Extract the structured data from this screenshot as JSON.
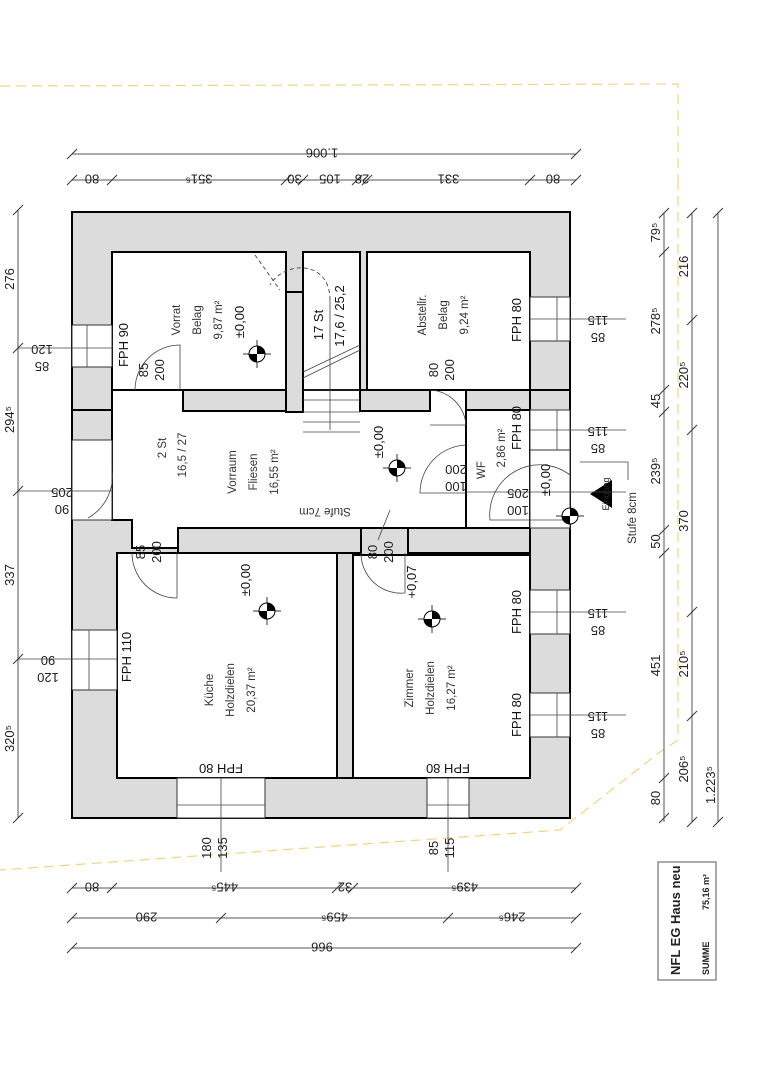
{
  "title_block": {
    "title": "NFL EG Haus neu",
    "sum_label": "SUMME",
    "sum_value": "75,16 m²"
  },
  "rooms": [
    {
      "name": "Vorrat",
      "floor": "Belag",
      "area": "9,87 m²",
      "level": "±0,00"
    },
    {
      "name": "Abstellr.",
      "floor": "Belag",
      "area": "9,24 m²",
      "level": ""
    },
    {
      "name": "Vorraum",
      "floor": "Fliesen",
      "area": "16,55 m²",
      "level": "±0,00"
    },
    {
      "name": "WF",
      "floor": "",
      "area": "2,86 m²",
      "level": "±0,00"
    },
    {
      "name": "Küche",
      "floor": "Holzdielen",
      "area": "20,37 m²",
      "level": "±0,00"
    },
    {
      "name": "Zimmer",
      "floor": "Holzdielen",
      "area": "16,27 m²",
      "level": "+0,07"
    }
  ],
  "stairs": {
    "main": {
      "steps": "17 St",
      "ratio": "17,6 / 25,2"
    },
    "entry": {
      "steps": "2 St",
      "ratio": "16,5 / 27"
    }
  },
  "annotations": {
    "step_hall": "Stufe 7cm",
    "step_entry": "Stufe 8cm",
    "entrance": "Eingang"
  },
  "windows": {
    "vorrat_w": "FPH 90",
    "abstell_e": "FPH 80",
    "wf_e": "FPH 80",
    "kueche_w": "FPH 110",
    "kueche_s": "FPH 80",
    "zimmer_s": "FPH 80",
    "zimmer_e1": "FPH 80",
    "zimmer_e2": "FPH 80"
  },
  "opening_dims": {
    "w_vorrat": [
      "120",
      "85"
    ],
    "w_entry": [
      "205",
      "90"
    ],
    "w_kueche": [
      "90",
      "120"
    ],
    "e_abstell": [
      "115",
      "85"
    ],
    "e_wf": [
      "115",
      "85"
    ],
    "e_entry": [
      "205",
      "100"
    ],
    "e_zimmer1": [
      "115",
      "85"
    ],
    "e_zimmer2": [
      "115",
      "85"
    ],
    "s_kueche": [
      "180",
      "135"
    ],
    "s_zimmer": [
      "85",
      "115"
    ],
    "d_vorrat": [
      "85",
      "200"
    ],
    "d_abstell": [
      "80",
      "200"
    ],
    "d_wf": [
      "200",
      "100"
    ],
    "d_kueche": [
      "85",
      "200"
    ],
    "d_zimmer": [
      "80",
      "200"
    ]
  },
  "dimensions": {
    "top_total": "1.006",
    "top_chain": [
      "80",
      "351⁵",
      "30",
      "105",
      "28",
      "331",
      "80"
    ],
    "left_chain": [
      "276",
      "294⁵",
      "337",
      "320⁵"
    ],
    "right_chain1": [
      "79⁵",
      "278⁵",
      "45",
      "239⁵",
      "50",
      "451",
      "80"
    ],
    "right_chain2": [
      "216",
      "220⁵",
      "370",
      "210⁵",
      "206⁵"
    ],
    "right_total": "1.223⁵",
    "bottom_chain1": [
      "80",
      "445⁵",
      "32",
      "439⁵"
    ],
    "bottom_chain2": [
      "290",
      "459⁵",
      "246⁵"
    ],
    "bottom_total": "966"
  }
}
